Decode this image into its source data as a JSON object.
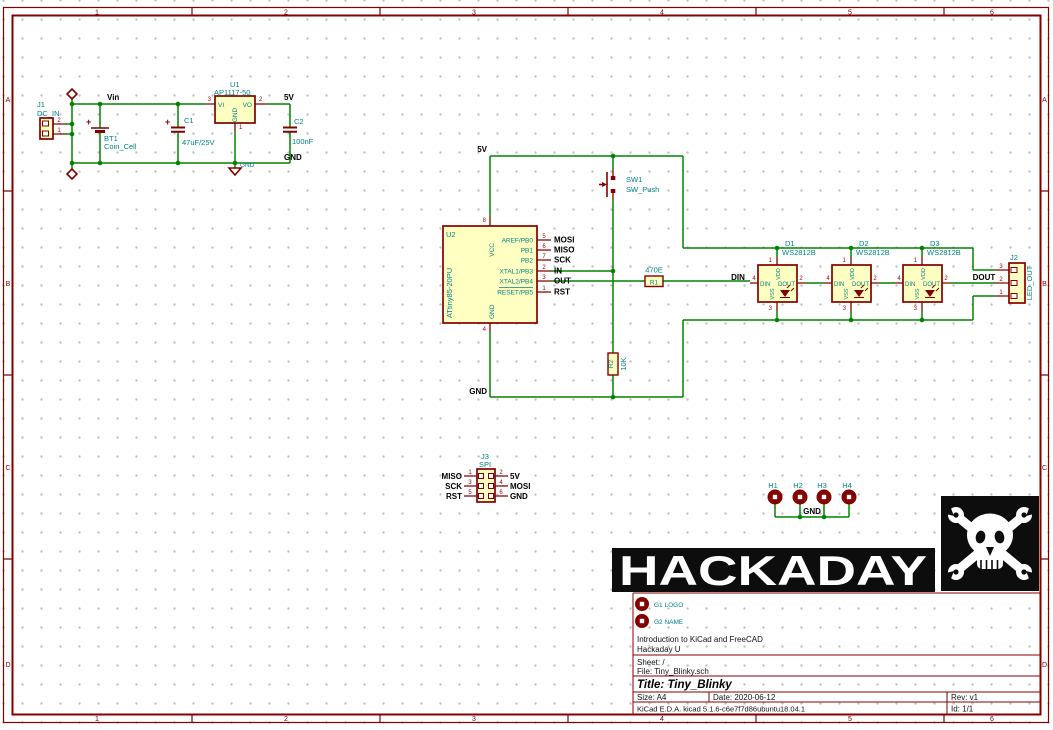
{
  "colors": {
    "wire_green": "#008400",
    "outline_maroon": "#840000",
    "component_fill": "#ffffc2",
    "reference_teal": "#008484",
    "net_label_black": "#000000",
    "frame_maroon": "#840000",
    "logo_black": "#0d0d0d"
  },
  "frame": {
    "columns": [
      "1",
      "2",
      "3",
      "4",
      "5",
      "6"
    ],
    "rows": [
      "A",
      "B",
      "C",
      "D"
    ]
  },
  "power": {
    "j1": {
      "ref": "J1",
      "value": "DC_IN",
      "pin2": "2",
      "pin1": "1"
    },
    "bt1": {
      "ref": "BT1",
      "value": "Coin_Cell",
      "polarity": "+"
    },
    "c1": {
      "ref": "C1",
      "value": "47uF/25V",
      "polarity": "+"
    },
    "u1": {
      "ref": "U1",
      "value": "AP1117-50",
      "pin_in_name": "VI",
      "pin_in_num": "3",
      "pin_out_name": "VO",
      "pin_out_num": "2",
      "pin_gnd_name": "GND",
      "pin_gnd_num": "1"
    },
    "c2": {
      "ref": "C2",
      "value": "100nF"
    },
    "net_vin": "Vin",
    "net_5v": "5V",
    "net_gnd": "GND",
    "gnd_symbol_label": "GND"
  },
  "mcu": {
    "ref": "U2",
    "value": "ATtiny85-20PU",
    "top_pin": {
      "num": "8",
      "name": "VCC"
    },
    "bottom_pin": {
      "num": "4",
      "name": "GND"
    },
    "net_5v": "5V",
    "net_gnd": "GND",
    "pins": [
      {
        "num": "5",
        "name": "AREF/PB0",
        "net": "MOSI"
      },
      {
        "num": "6",
        "name": "PB1",
        "net": "MISO"
      },
      {
        "num": "7",
        "name": "PB2",
        "net": "SCK"
      },
      {
        "num": "2",
        "name": "XTAL1/PB3",
        "net": "IN"
      },
      {
        "num": "3",
        "name": "XTAL2/PB4",
        "net": "OUT"
      },
      {
        "num": "1",
        "name": "RESET/PB5",
        "net": "RST"
      }
    ]
  },
  "sw1": {
    "ref": "SW1",
    "value": "SW_Push"
  },
  "r1": {
    "ref": "R1",
    "value": "470E"
  },
  "r2": {
    "ref": "R2",
    "value": "10K"
  },
  "leds": {
    "value": "WS2812B",
    "refs": [
      "D1",
      "D2",
      "D3"
    ],
    "pin_vdd_name": "VDD",
    "pin_vdd_num": "1",
    "pin_vss_name": "VSS",
    "pin_vss_num": "3",
    "pin_din_name": "DIN",
    "pin_din_num": "4",
    "pin_dout_name": "DOUT",
    "pin_dout_num": "2"
  },
  "nets": {
    "din": "DIN",
    "dout": "DOUT"
  },
  "j2": {
    "ref": "J2",
    "value": "LED_OUT",
    "pin3": "3",
    "pin2": "2",
    "pin1": "1"
  },
  "j3": {
    "ref": "J3",
    "value": "SPI",
    "rows": [
      {
        "lnet": "MISO",
        "lnum": "1",
        "rnum": "2",
        "rnet": "5V"
      },
      {
        "lnet": "SCK",
        "lnum": "3",
        "rnum": "4",
        "rnet": "MOSI"
      },
      {
        "lnet": "RST",
        "lnum": "5",
        "rnum": "6",
        "rnet": "GND"
      }
    ]
  },
  "holes": {
    "refs": [
      "H1",
      "H2",
      "H3",
      "H4"
    ],
    "net": "GND"
  },
  "logo": {
    "wordmark": "HACKADAY"
  },
  "title_block": {
    "g1": "G1 LOGO",
    "g2": "G2 NAME",
    "comment2": "Introduction to KiCad and FreeCAD",
    "comment1": "Hackaday U",
    "sheet": "Sheet: /",
    "file": "File: Tiny_Blinky.sch",
    "title": "Title: Tiny_Blinky",
    "size": "Size: A4",
    "date": "Date: 2020-06-12",
    "rev": "Rev: v1",
    "tool": "KiCad E.D.A.  kicad 5.1.6-c6e7f7d86ubuntu18.04.1",
    "id": "Id: 1/1"
  }
}
